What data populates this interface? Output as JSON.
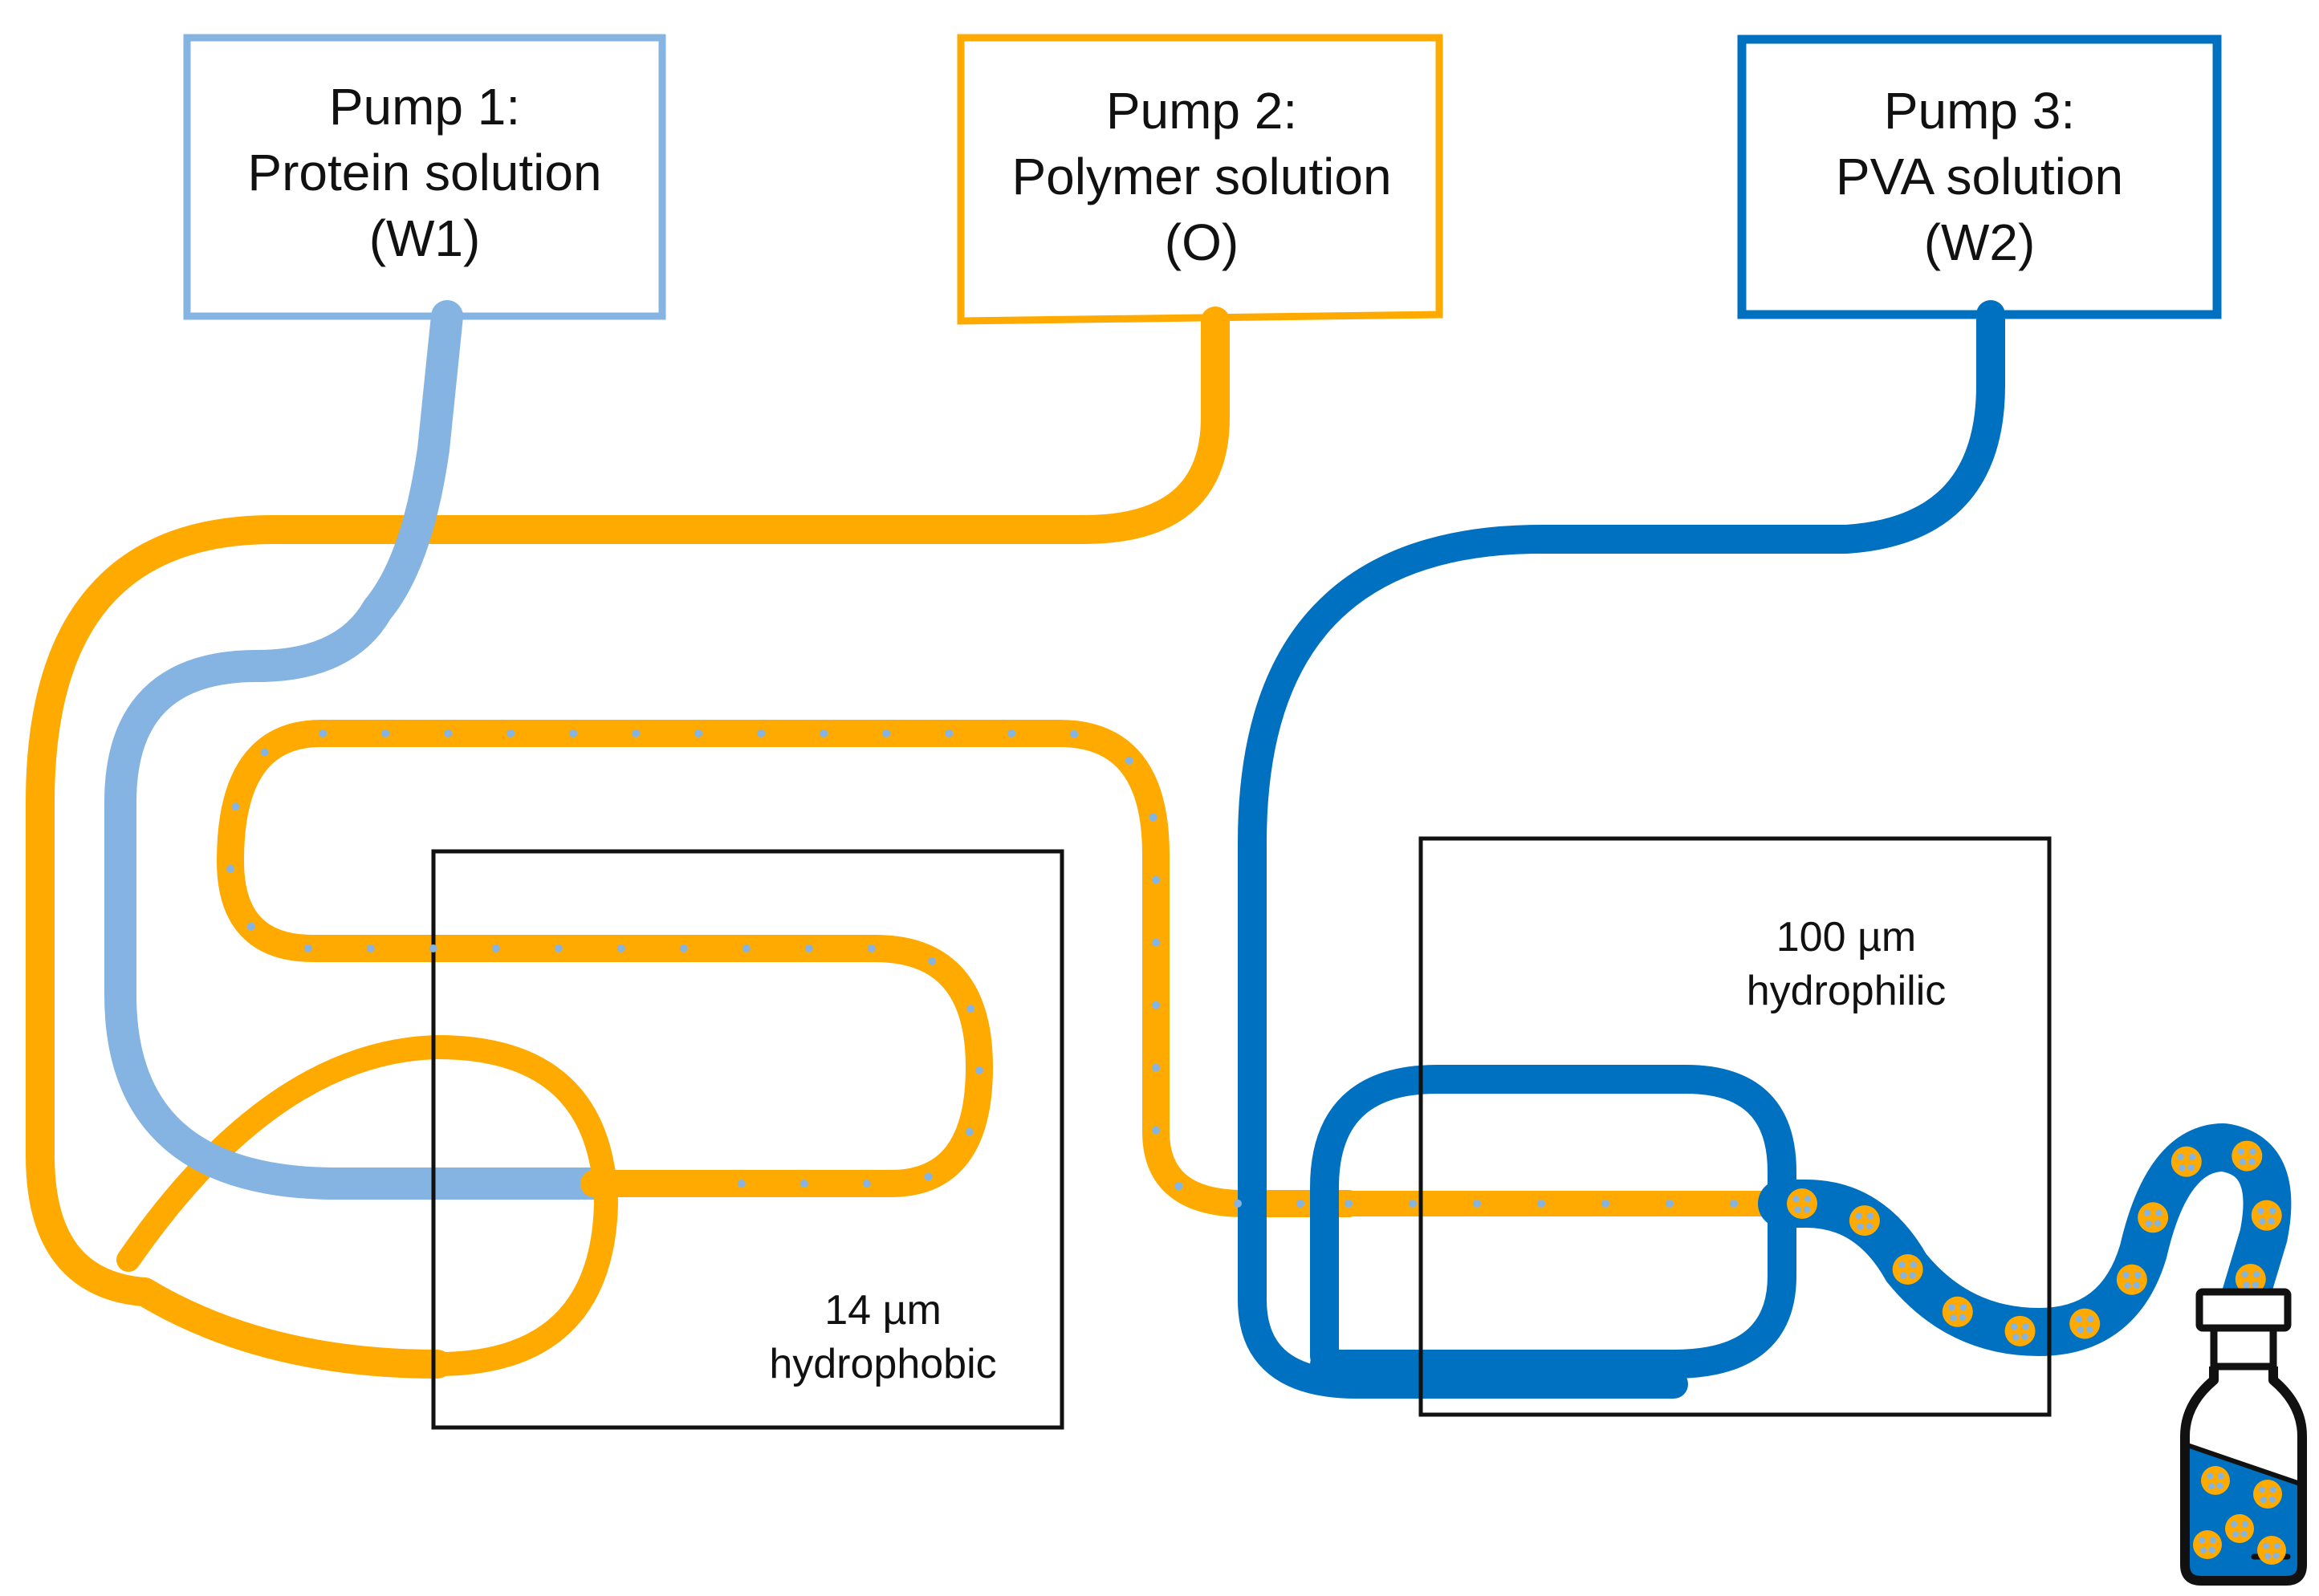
{
  "colors": {
    "w1": "#85B4E2",
    "oil": "#FFAA00",
    "w2": "#0070C0",
    "frame": "#111111",
    "background": "#ffffff"
  },
  "pumps": [
    {
      "id": "pump1",
      "lines": [
        "Pump 1:",
        "Protein solution",
        "(W1)"
      ],
      "color": "#85B4E2"
    },
    {
      "id": "pump2",
      "lines": [
        "Pump 2:",
        "Polymer solution",
        "(O)"
      ],
      "color": "#FFAA00"
    },
    {
      "id": "pump3",
      "lines": [
        "Pump 3:",
        "PVA solution",
        "(W2)"
      ],
      "color": "#0070C0"
    }
  ],
  "chips": [
    {
      "id": "chip1",
      "lines": [
        "14 µm",
        "hydrophobic"
      ]
    },
    {
      "id": "chip2",
      "lines": [
        "100 µm",
        "hydrophilic"
      ]
    }
  ],
  "icons": {
    "collection": "vial-icon",
    "particle": "particle-icon"
  }
}
